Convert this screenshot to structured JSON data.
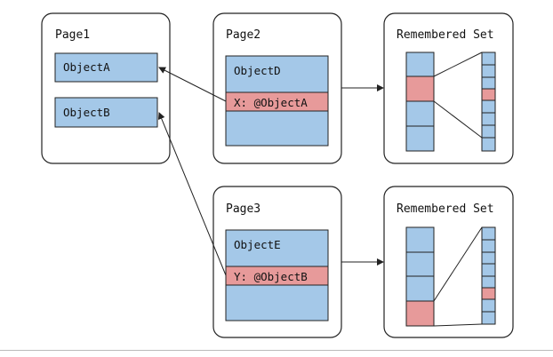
{
  "colors": {
    "object_fill": "#a4c8e8",
    "highlight_fill": "#e79a9a",
    "stroke": "#222222"
  },
  "page1": {
    "title": "Page1",
    "objects": [
      "ObjectA",
      "ObjectB"
    ]
  },
  "page2": {
    "title": "Page2",
    "object": "ObjectD",
    "reference": "X: @ObjectA"
  },
  "page3": {
    "title": "Page3",
    "object": "ObjectE",
    "reference": "Y: @ObjectB"
  },
  "remembered_set_top": {
    "title": "Remembered Set"
  },
  "remembered_set_bottom": {
    "title": "Remembered Set"
  }
}
